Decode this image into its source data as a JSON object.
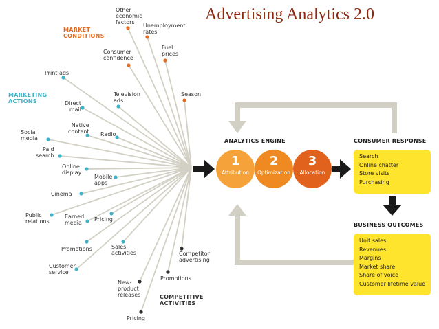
{
  "title": "Advertising Analytics 2.0",
  "categories": {
    "market_conditions": "MARKET\nCONDITIONS",
    "marketing_actions": "MARKETING\nACTIONS",
    "competitive_activities": "COMPETITIVE\nACTIVITIES"
  },
  "inputs": {
    "market_conditions": [
      "Other\neconomic\nfactors",
      "Unemployment\nrates",
      "Consumer\nconfidence",
      "Fuel\nprices",
      "Season"
    ],
    "marketing_actions": [
      "Print ads",
      "Television\nads",
      "Direct\nmail",
      "Native\ncontent",
      "Radio",
      "Social\nmedia",
      "Paid\nsearch",
      "Online\ndisplay",
      "Mobile\napps",
      "Cinema",
      "Public\nrelations",
      "Earned\nmedia",
      "Pricing",
      "Promotions",
      "Sales\nactivities",
      "Customer\nservice"
    ],
    "competitive_activities": [
      "Competitor\nadvertising",
      "Promotions",
      "New-\nproduct\nreleases",
      "Pricing"
    ]
  },
  "colors": {
    "market": "#e46b22",
    "marketing": "#3eb4ca",
    "competitive": "#333333",
    "title": "#8f2a12",
    "yellow": "#ffe42e",
    "loop": "#d2d0c4"
  },
  "analytics_engine": {
    "heading": "ANALYTICS ENGINE",
    "steps": [
      {
        "num": "1",
        "label": "Attribution",
        "color": "#f6a23a"
      },
      {
        "num": "2",
        "label": "Optimization",
        "color": "#ef8a22"
      },
      {
        "num": "3",
        "label": "Allocation",
        "color": "#e0621d"
      }
    ]
  },
  "consumer_response": {
    "heading": "CONSUMER RESPONSE",
    "items": [
      "Search",
      "Online chatter",
      "Store visits",
      "Purchasing"
    ]
  },
  "business_outcomes": {
    "heading": "BUSINESS OUTCOMES",
    "items": [
      "Unit sales",
      "Revenues",
      "Margins",
      "Market share",
      "Share of voice",
      "Customer lifetime value"
    ]
  }
}
